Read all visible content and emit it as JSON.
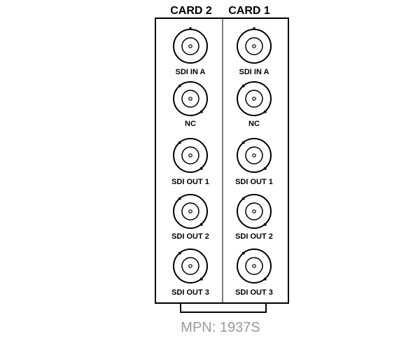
{
  "cards": [
    {
      "title": "CARD 2",
      "ports": [
        {
          "label": "SDI IN A"
        },
        {
          "label": "NC"
        },
        {
          "label": "SDI OUT 1"
        },
        {
          "label": "SDI OUT 2"
        },
        {
          "label": "SDI OUT 3"
        }
      ]
    },
    {
      "title": "CARD 1",
      "ports": [
        {
          "label": "SDI IN A"
        },
        {
          "label": "NC"
        },
        {
          "label": "SDI OUT 1"
        },
        {
          "label": "SDI OUT 2"
        },
        {
          "label": "SDI OUT 3"
        }
      ]
    }
  ],
  "mpn": "MPN: 1937S",
  "colors": {
    "line": "#000000",
    "mpn_text": "#9a9a9a",
    "background": "#ffffff"
  },
  "icons": {
    "connector": "bnc-connector-icon"
  }
}
